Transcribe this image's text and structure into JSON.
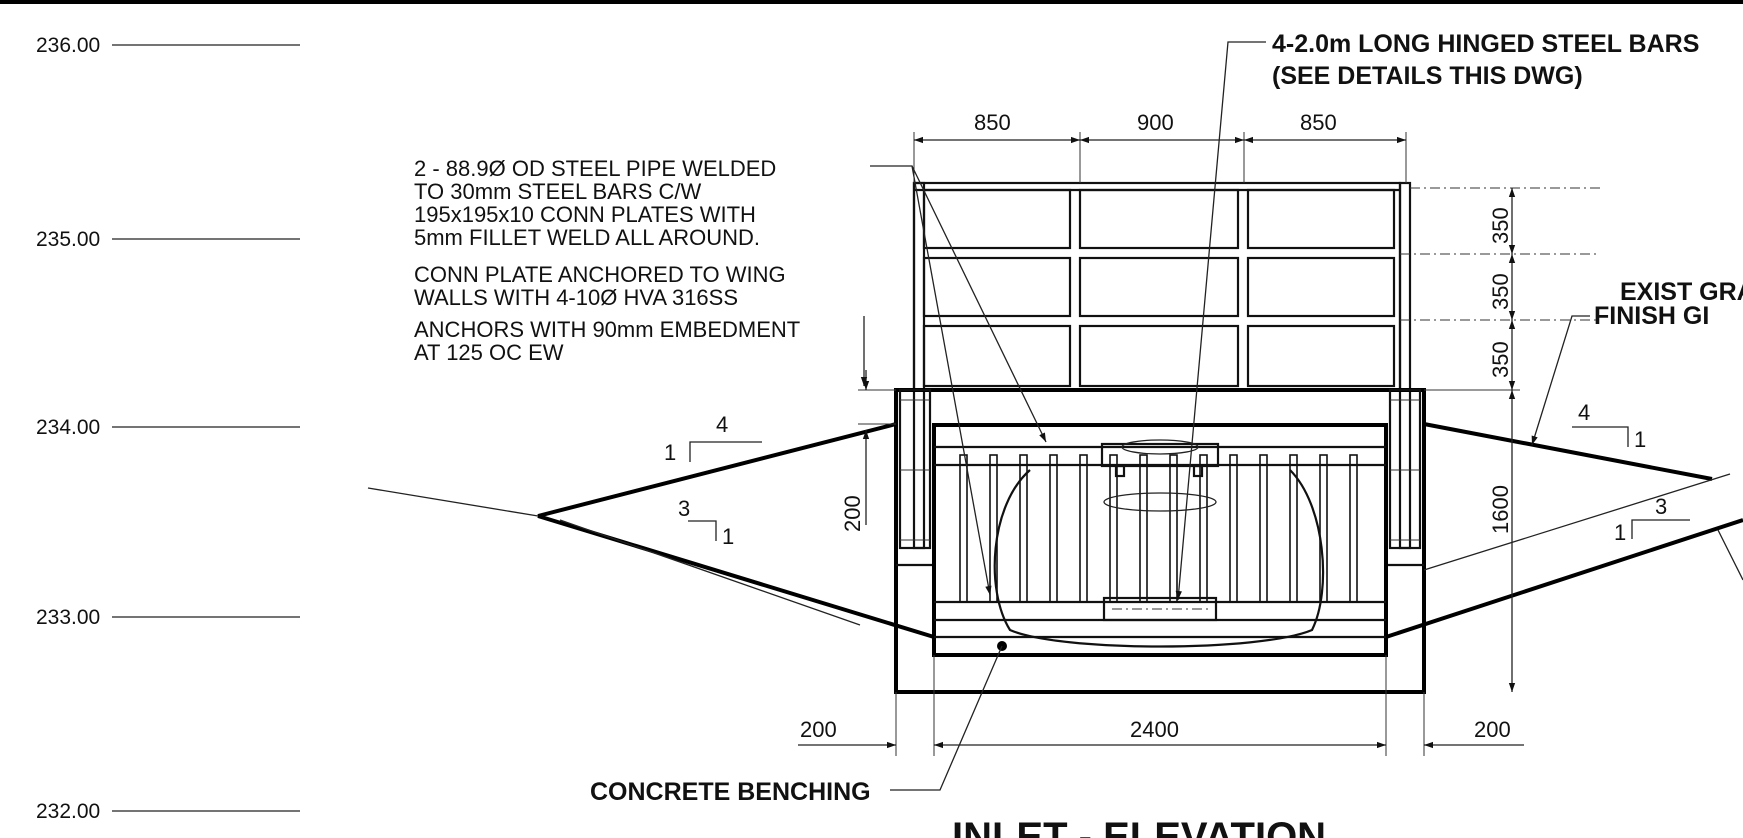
{
  "elevations": [
    "236.00",
    "235.00",
    "234.00",
    "233.00",
    "232.00"
  ],
  "dimensions": {
    "top_left": "850",
    "top_mid": "900",
    "top_right": "850",
    "right_1": "350",
    "right_2": "350",
    "right_3": "350",
    "height_total": "1600",
    "left_200": "200",
    "bottom_left": "200",
    "bottom_mid": "2400",
    "bottom_right": "200"
  },
  "slopes": {
    "upper_left_run": "4",
    "upper_left_rise": "1",
    "lower_left_run": "3",
    "lower_left_rise": "1",
    "upper_right_run": "4",
    "upper_right_rise": "1",
    "lower_right_run": "3",
    "lower_right_rise": "1"
  },
  "notes": {
    "hinged_bars": [
      "4-2.0m LONG HINGED STEEL BARS",
      "(SEE DETAILS THIS DWG)"
    ],
    "steel_pipe": [
      "2 - 88.9Ø OD STEEL PIPE WELDED",
      "TO 30mm STEEL BARS C/W",
      "195x195x10 CONN  PLATES WITH",
      "5mm FILLET WELD ALL AROUND.",
      "CONN PLATE ANCHORED TO WING",
      "WALLS WITH 4-10Ø HVA 316SS",
      "ANCHORS WITH 90mm EMBEDMENT",
      "AT 125 OC EW"
    ],
    "exist_grade": "EXIST GRA",
    "finish_grade": "FINISH GI",
    "benching": "CONCRETE BENCHING"
  },
  "title": "INLET - ELEVATION"
}
